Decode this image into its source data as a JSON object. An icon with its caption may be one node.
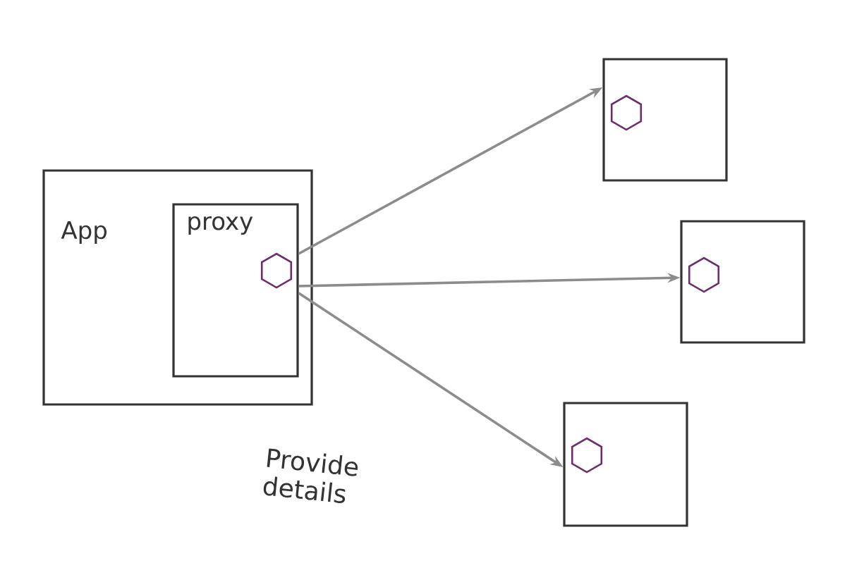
{
  "diagram": {
    "nodes": [
      {
        "text": [
          "App"
        ]
      },
      {
        "text": [
          "proxy"
        ],
        "in": 0
      },
      {
        "text": [],
        "shape": "hexagon",
        "in": 1
      },
      {
        "text": [],
        "shape": "box"
      },
      {
        "text": [],
        "shape": "hexagon",
        "in": 3
      },
      {
        "text": [],
        "shape": "box"
      },
      {
        "text": [],
        "shape": "hexagon",
        "in": 5
      },
      {
        "text": [],
        "shape": "box"
      },
      {
        "text": [],
        "shape": "hexagon",
        "in": 7
      }
    ],
    "edges": [
      {
        "from": 1,
        "to": 3,
        "arrow": "to"
      },
      {
        "from": 1,
        "to": 5,
        "arrow": "to"
      },
      {
        "from": 1,
        "to": 7,
        "arrow": "to"
      }
    ],
    "labels": [
      "Provide details"
    ]
  }
}
